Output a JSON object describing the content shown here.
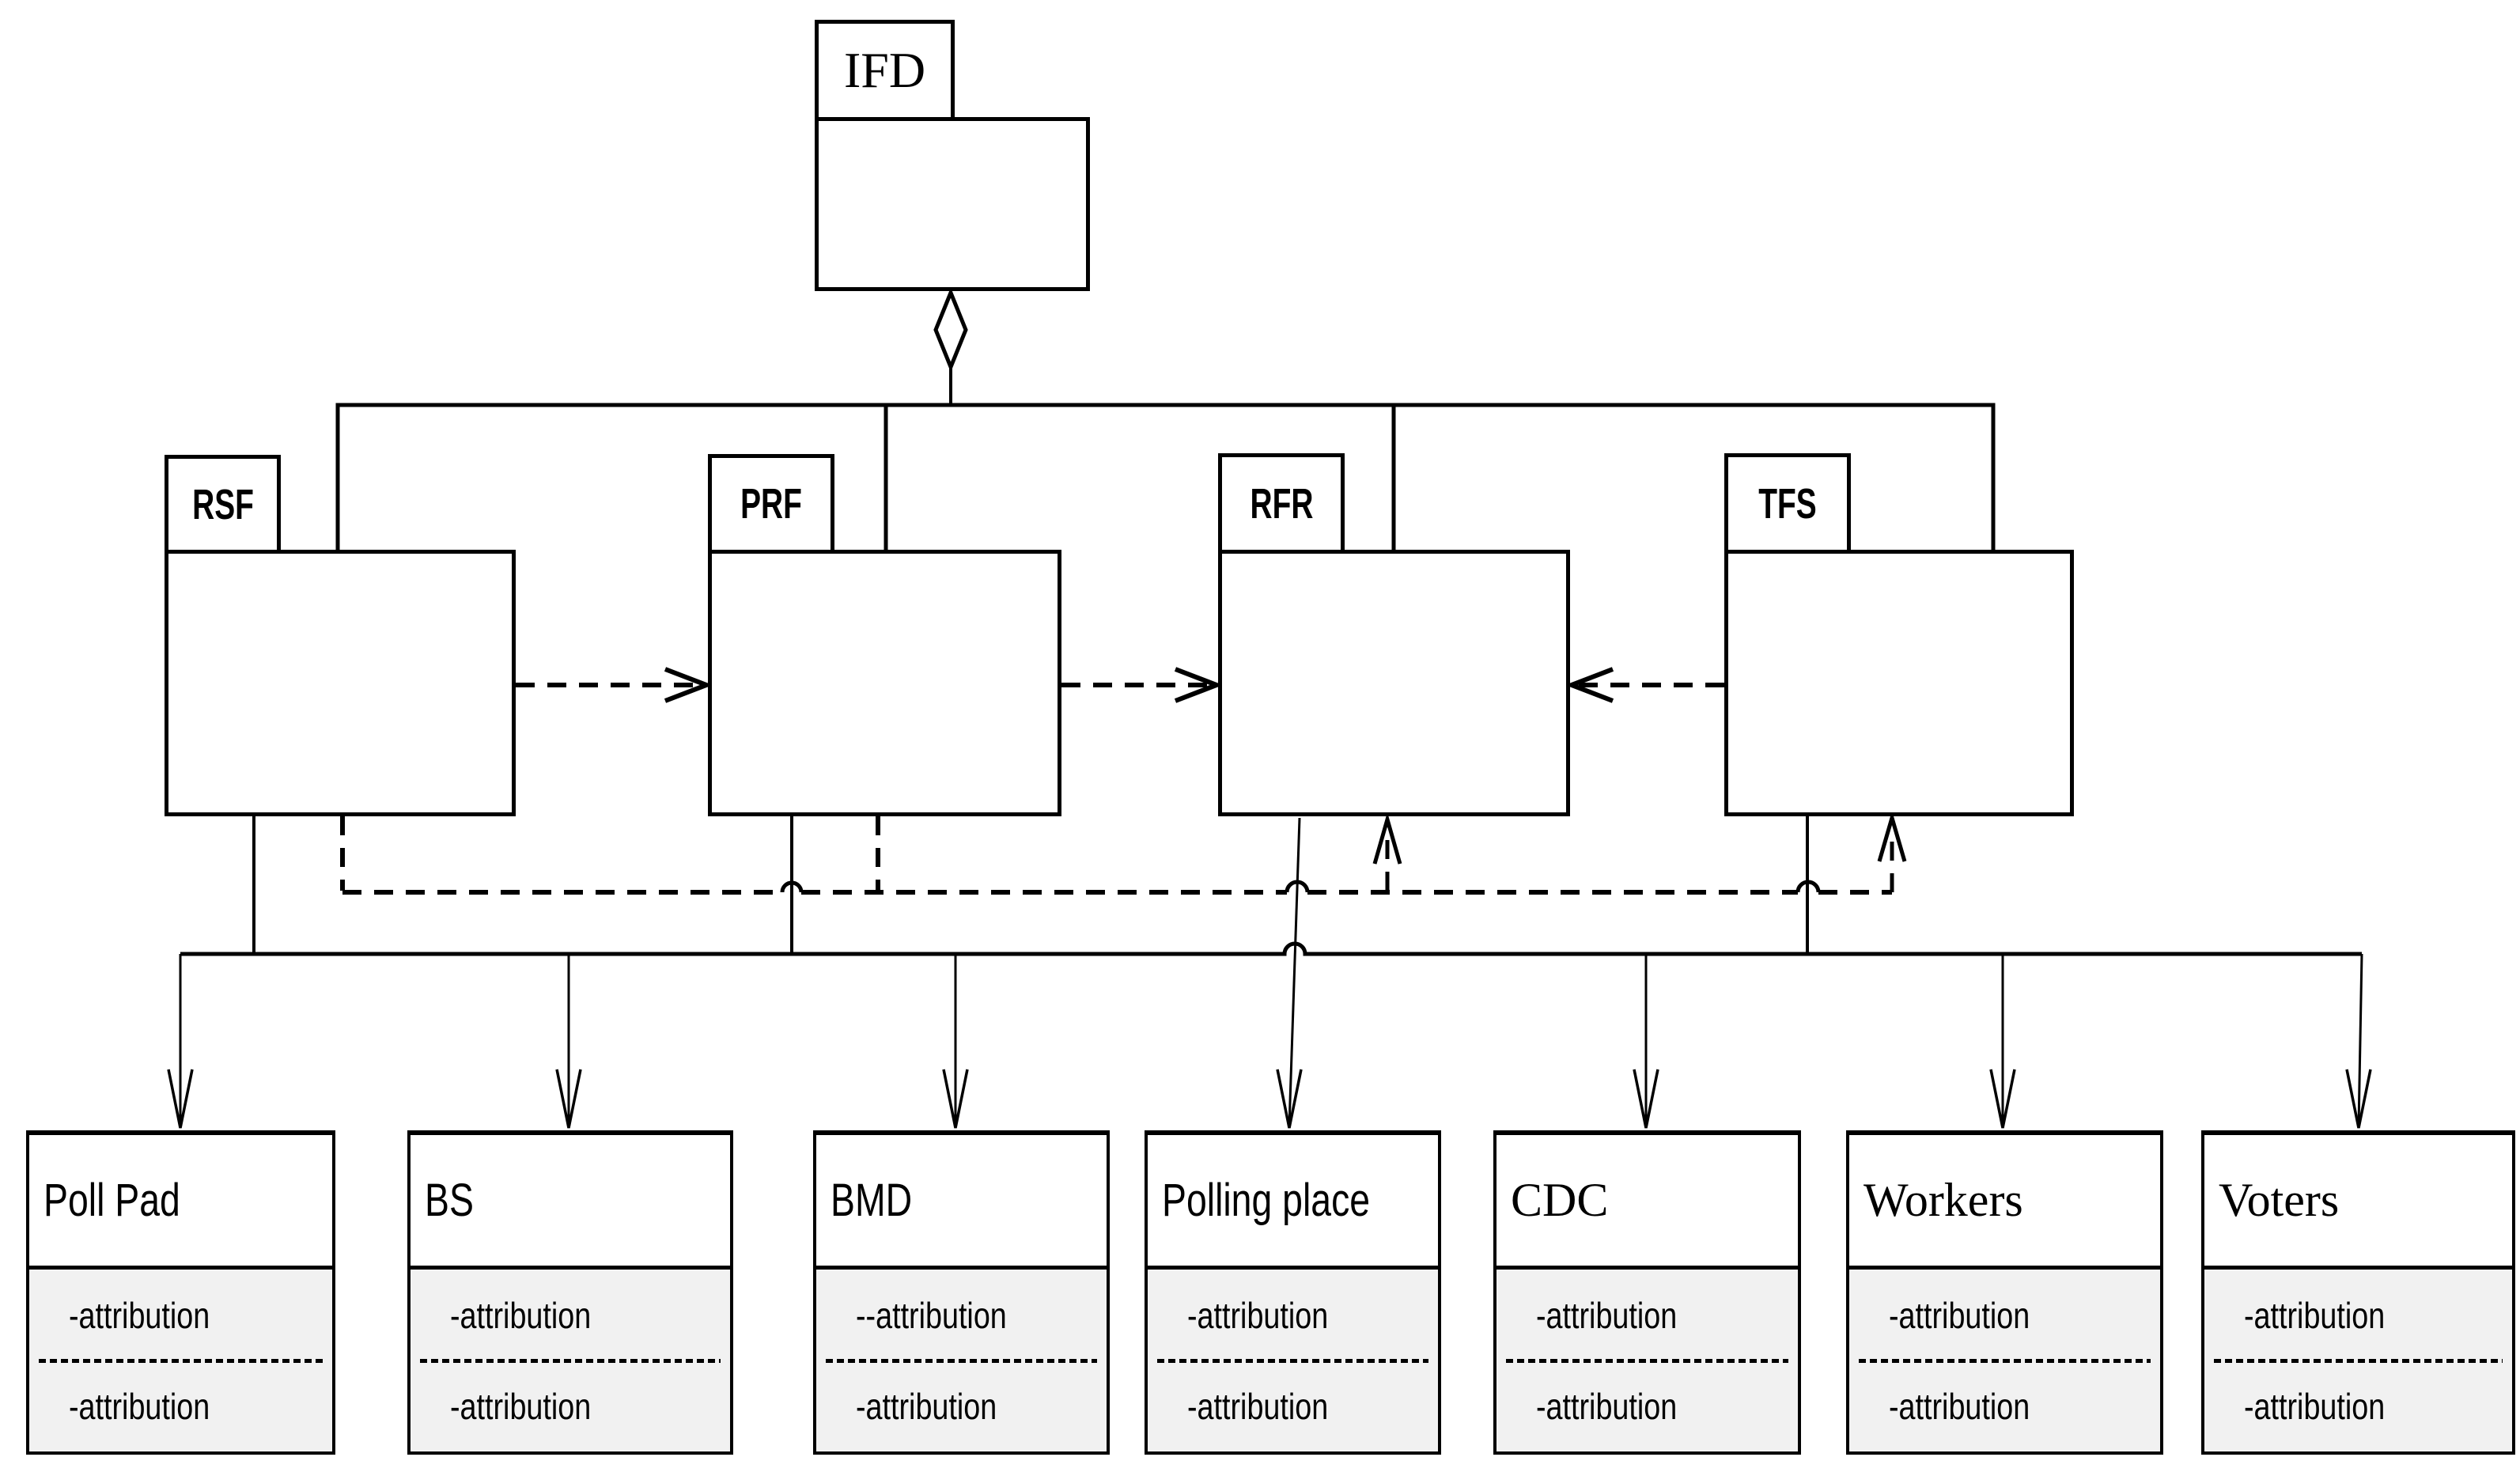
{
  "root_package": {
    "label": "IFD"
  },
  "packages": [
    {
      "label": "RSF"
    },
    {
      "label": "PRF"
    },
    {
      "label": "RFR"
    },
    {
      "label": "TFS"
    }
  ],
  "classes": [
    {
      "title": "Poll Pad",
      "attributes": [
        "-attribution",
        "-attribution"
      ]
    },
    {
      "title": "BS",
      "attributes": [
        "-attribution",
        "-attribution"
      ]
    },
    {
      "title": "BMD",
      "attributes": [
        "--attribution",
        "-attribution"
      ]
    },
    {
      "title": "Polling place",
      "attributes": [
        "-attribution",
        "-attribution"
      ]
    },
    {
      "title": "CDC",
      "attributes": [
        "-attribution",
        "-attribution"
      ]
    },
    {
      "title": "Workers",
      "attributes": [
        "-attribution",
        "-attribution"
      ]
    },
    {
      "title": "Voters",
      "attributes": [
        "-attribution",
        "-attribution"
      ]
    }
  ],
  "edges": [
    {
      "from": "IFD",
      "to": "RSF/PRF/RFR/TFS",
      "type": "aggregation"
    },
    {
      "from": "RSF",
      "to": "PRF",
      "type": "dashed-dependency"
    },
    {
      "from": "PRF",
      "to": "RFR",
      "type": "dashed-dependency"
    },
    {
      "from": "TFS",
      "to": "RFR",
      "type": "dashed-dependency"
    },
    {
      "from": "RSF/PRF",
      "to": "RFR/TFS",
      "type": "dashed-dependency-rail"
    },
    {
      "from": "packages",
      "to": "Poll Pad/BS/BMD/Polling place/CDC/Workers/Voters",
      "type": "solid-arrow-bus"
    }
  ],
  "colors": {
    "line": "#000000",
    "attr_bg": "#f1f1f1",
    "background": "#ffffff"
  }
}
